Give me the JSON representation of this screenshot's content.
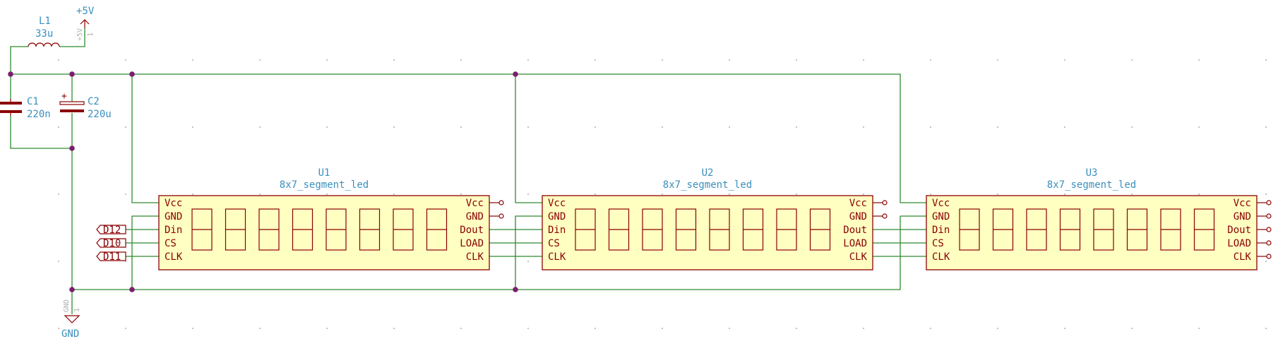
{
  "power": {
    "vcc_label": "+5V",
    "vcc_pin_tiny": "+5V",
    "vcc_pin_tiny_num": "1",
    "gnd_label": "GND",
    "gnd_pin_tiny": "GND",
    "gnd_pin_tiny_num": "1"
  },
  "passives": {
    "inductor": {
      "ref": "L1",
      "value": "33u"
    },
    "c1": {
      "ref": "C1",
      "value": "220n"
    },
    "c2": {
      "ref": "C2",
      "value": "220u",
      "polarity_mark": "+"
    }
  },
  "inputs": [
    {
      "label": "D12"
    },
    {
      "label": "D10"
    },
    {
      "label": "D11"
    }
  ],
  "modules": [
    {
      "ref": "U1",
      "value": "8x7_segment_led",
      "left_pins": [
        "Vcc",
        "GND",
        "Din",
        "CS",
        "CLK"
      ],
      "right_pins": [
        "Vcc",
        "GND",
        "Dout",
        "LOAD",
        "CLK"
      ],
      "digits": 8
    },
    {
      "ref": "U2",
      "value": "8x7_segment_led",
      "left_pins": [
        "Vcc",
        "GND",
        "Din",
        "CS",
        "CLK"
      ],
      "right_pins": [
        "Vcc",
        "GND",
        "Dout",
        "LOAD",
        "CLK"
      ],
      "digits": 8
    },
    {
      "ref": "U3",
      "value": "8x7_segment_led",
      "left_pins": [
        "Vcc",
        "GND",
        "Din",
        "CS",
        "CLK"
      ],
      "right_pins": [
        "Vcc",
        "GND",
        "Dout",
        "LOAD",
        "CLK"
      ],
      "digits": 8
    }
  ],
  "colors": {
    "wire": "#2e8b2e",
    "component": "#8b0000",
    "component_fill": "#ffffc2",
    "junction": "#7b1e6e",
    "label_text": "#3a8fbf"
  }
}
